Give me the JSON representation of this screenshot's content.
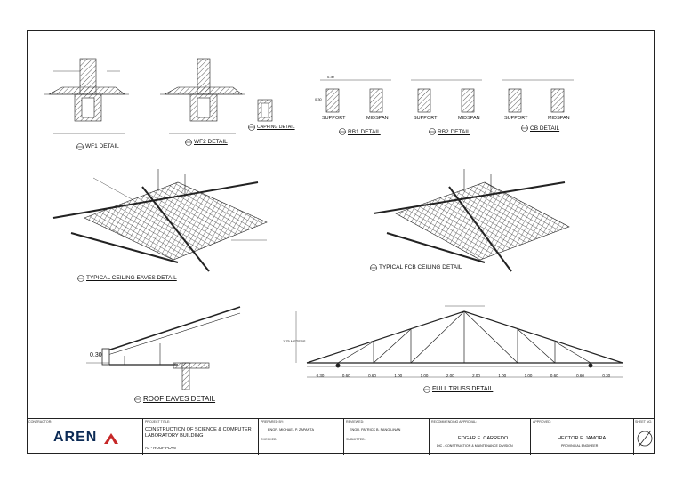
{
  "drawings": {
    "wf1": "WF1 DETAIL",
    "wf2": "WF2 DETAIL",
    "capping": "CAPPING DETAIL",
    "rb1": "RB1 DETAIL",
    "rb2": "RB2 DETAIL",
    "cb": "CB DETAIL",
    "ceiling_eaves": "TYPICAL CEILING EAVES DETAIL",
    "fcb_ceiling": "TYPICAL FCB CEILING DETAIL",
    "roof_eaves": "ROOF EAVES DETAIL",
    "full_truss": "FULL TRUSS DETAIL"
  },
  "beam_labels": {
    "support": "SUPPORT",
    "midspan": "MIDSPAN",
    "dim_top": "0.30",
    "dim_side": "0.30"
  },
  "roof_eaves_dim": "0.30",
  "truss": {
    "height_label": "1.75 METERS",
    "dims": [
      "0.30",
      "0.60",
      "0.60",
      "1.00",
      "1.00",
      "2.00",
      "2.00",
      "1.00",
      "1.00",
      "0.60",
      "0.60",
      "0.30"
    ]
  },
  "title_block": {
    "contractor_cap": "CONTRACTOR:",
    "logo_text": "AREN",
    "project_title_cap": "PROJECT TITLE:",
    "project_title": "CONSTRUCTION OF SCIENCE & COMPUTER LABORATORY BUILDING",
    "sheet_contents": "A3 - ROOF PLAN",
    "prepared_by_cap": "PREPARED BY:",
    "prepared_by": "ENGR. MICHAEL P. ZAPANTA",
    "checked_cap": "CHECKED:",
    "reviewed_cap": "REVIEWED:",
    "reviewed_by": "ENGR. PATRICK B. PANGILINAN",
    "submitted_cap": "SUBMITTED:",
    "recommending_cap": "RECOMMENDING APPROVAL:",
    "recommending_name": "EDGAR E. CARREDO",
    "recommending_role": "DIC - CONSTRUCTION & MAINTENANCE DIVISION",
    "approved_cap": "APPROVED:",
    "approved_name": "HECTOR F. JAMORA",
    "approved_role": "PROVINCIAL ENGINEER",
    "sheet_no_cap": "SHEET NO."
  }
}
